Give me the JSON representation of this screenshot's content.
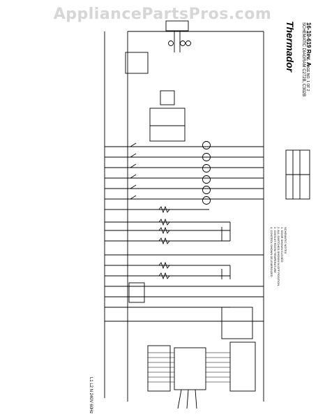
{
  "watermark": "AppliancePartsPros.com",
  "title_block": {
    "brand": "Thermador",
    "model_title": "SCHEMATIC DIAGRAM C272B, C302B",
    "part_number": "16-10-619 Rev. A",
    "page": "PAGE NO. 1 OF 2"
  },
  "side_label": "L1 L2 N  240V 60Hz",
  "notes": "SCHEMATIC NOTES\n1. DOOR SHOWN CLOSED\n2. ALL SWITCHES SHOWN IN OFF POSITION\n3. OVEN AT ROOM TEMPERATURE\n4. CONTROL SHOWN DE-ENERGIZED",
  "colors": {
    "ink": "#000000",
    "watermark": "#d6d6d6"
  }
}
